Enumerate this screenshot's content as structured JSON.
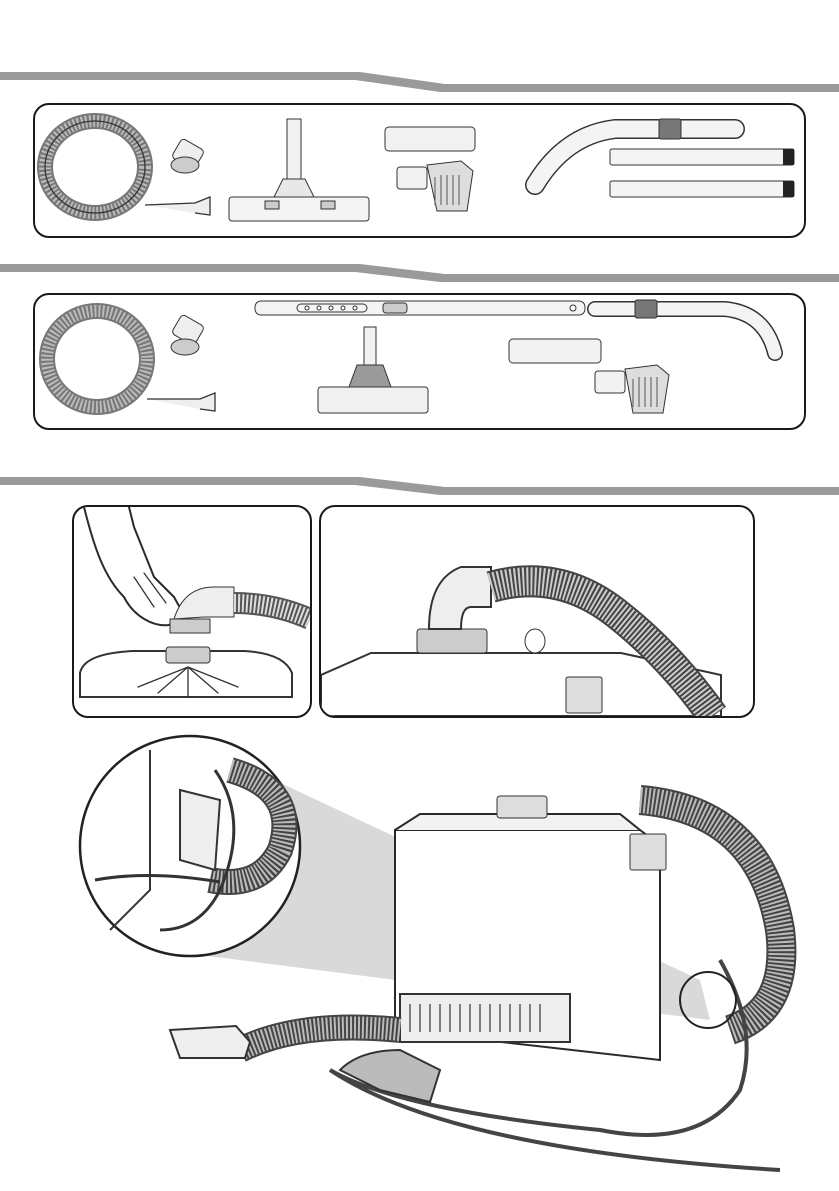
{
  "page": {
    "background": "#ffffff",
    "band_color": "#9a9a9a",
    "line_color": "#1a1a1a",
    "accent_gray": "#e6e6e6"
  },
  "sections": [
    {
      "id": "accessories-set-a",
      "items": [
        "hose",
        "floor-nozzle",
        "upholstery-nozzle",
        "dusting-brush",
        "bent-wand",
        "extension-tube",
        "extension-tube"
      ]
    },
    {
      "id": "accessories-set-b",
      "items": [
        "hose",
        "telescopic-tube",
        "floor-nozzle",
        "upholstery-nozzle",
        "dusting-brush",
        "bent-wand"
      ]
    },
    {
      "id": "assembly-steps",
      "items": [
        "attach-hose-to-lid",
        "hose-connected",
        "cable-routing-detail"
      ]
    }
  ]
}
